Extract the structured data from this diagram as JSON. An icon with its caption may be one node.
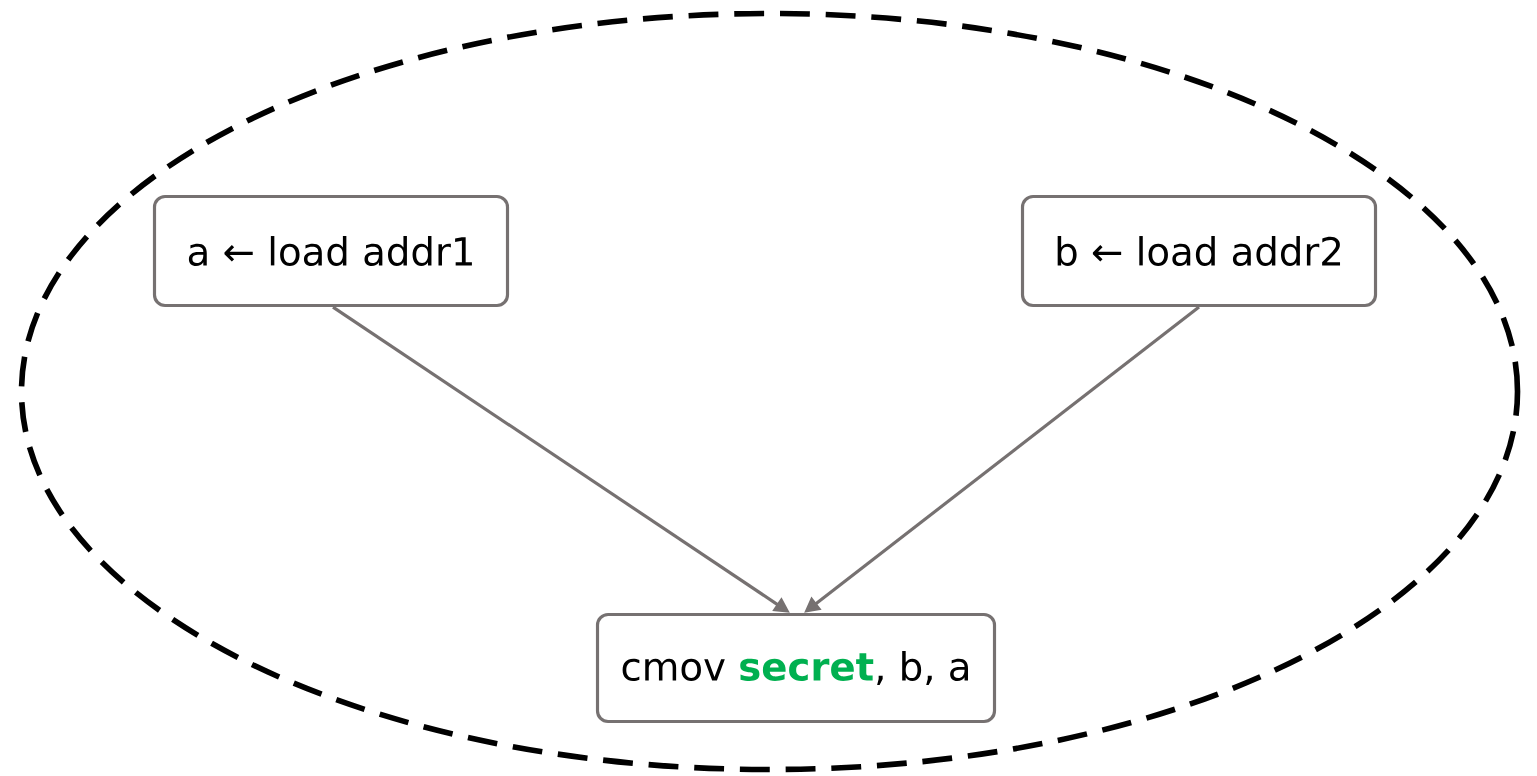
{
  "diagram": {
    "nodes": [
      {
        "text": [],
        "shape": "ellipse"
      },
      {
        "text": [
          "a ← load addr1"
        ],
        "in": 0
      },
      {
        "text": [
          "b ← load addr2"
        ],
        "in": 0
      },
      {
        "text": [
          "cmov **secret**, b, a"
        ],
        "in": 0
      }
    ],
    "edges": [
      {
        "from": 1,
        "to": 3,
        "arrow": "to"
      },
      {
        "from": 2,
        "to": 3,
        "arrow": "to"
      }
    ]
  }
}
